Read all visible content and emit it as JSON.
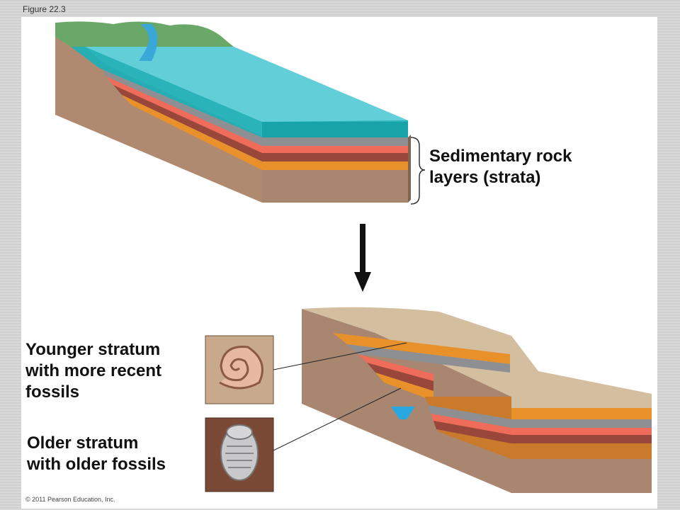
{
  "figure_label": "Figure 22.3",
  "strata_label": [
    "Sedimentary rock",
    "layers (strata)"
  ],
  "younger_label": [
    "Younger stratum",
    "with more recent",
    "fossils"
  ],
  "older_label": [
    "Older stratum",
    "with older fossils"
  ],
  "copyright": "© 2011 Pearson Education, Inc.",
  "colors": {
    "water": "#1fb0b5",
    "water_light": "#8fe3f3",
    "land": "#6aa86a",
    "rock_base": "#a98670",
    "layer_gray": "#8d8f92",
    "layer_salmon": "#ef6b5a",
    "layer_brown": "#98473a",
    "layer_orange": "#e8902a",
    "sand": "#d4bea0"
  }
}
